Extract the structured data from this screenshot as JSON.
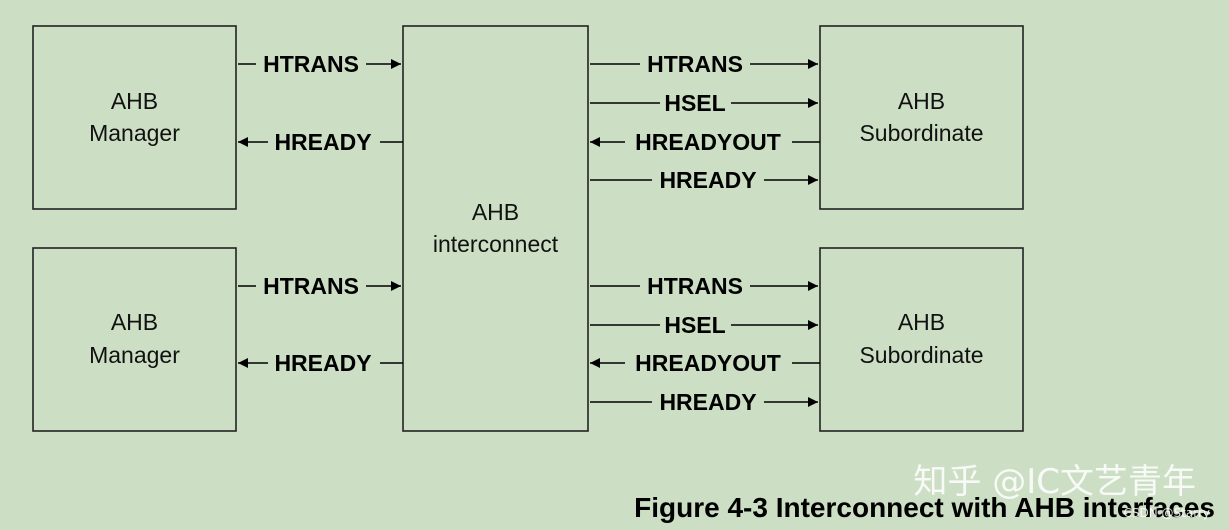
{
  "colors": {
    "background": "#ccdec4",
    "box_border": "#222222",
    "text": "#000000"
  },
  "blocks": {
    "manager_1": {
      "lines": [
        "AHB",
        "Manager"
      ]
    },
    "manager_2": {
      "lines": [
        "AHB",
        "Manager"
      ]
    },
    "interconnect": {
      "lines": [
        "AHB",
        "interconnect"
      ]
    },
    "subordinate_1": {
      "lines": [
        "AHB",
        "Subordinate"
      ]
    },
    "subordinate_2": {
      "lines": [
        "AHB",
        "Subordinate"
      ]
    }
  },
  "signals": {
    "manager_1": [
      {
        "label": "HTRANS",
        "direction": "to-interconnect"
      },
      {
        "label": "HREADY",
        "direction": "to-manager"
      }
    ],
    "manager_2": [
      {
        "label": "HTRANS",
        "direction": "to-interconnect"
      },
      {
        "label": "HREADY",
        "direction": "to-manager"
      }
    ],
    "subordinate_1": [
      {
        "label": "HTRANS",
        "direction": "to-subordinate"
      },
      {
        "label": "HSEL",
        "direction": "to-subordinate"
      },
      {
        "label": "HREADYOUT",
        "direction": "to-interconnect"
      },
      {
        "label": "HREADY",
        "direction": "to-subordinate"
      }
    ],
    "subordinate_2": [
      {
        "label": "HTRANS",
        "direction": "to-subordinate"
      },
      {
        "label": "HSEL",
        "direction": "to-subordinate"
      },
      {
        "label": "HREADYOUT",
        "direction": "to-interconnect"
      },
      {
        "label": "HREADY",
        "direction": "to-subordinate"
      }
    ]
  },
  "caption": "Figure 4-3 Interconnect with AHB interfaces",
  "watermark": {
    "main": "知乎 @IC文艺青年",
    "small": "CSDN @Starry"
  }
}
